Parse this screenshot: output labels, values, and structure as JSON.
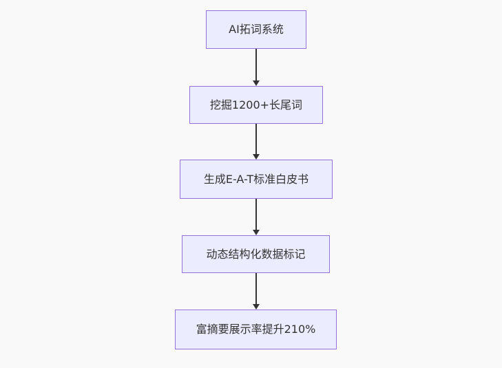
{
  "flowchart": {
    "title": "SEO AI flow diagram",
    "colors": {
      "background": "#f9f9f9",
      "node_fill": "#ECECFF",
      "node_border": "#9370DB",
      "edge_color": "#333333",
      "text_color": "#333333"
    },
    "nodes": [
      {
        "label": "AI拓词系统"
      },
      {
        "label": "挖掘1200+长尾词"
      },
      {
        "label": "生成E-A-T标准白皮书"
      },
      {
        "label": "动态结构化数据标记"
      },
      {
        "label": "富摘要展示率提升210%"
      }
    ],
    "edges": [
      {
        "from": 0,
        "to": 1
      },
      {
        "from": 1,
        "to": 2
      },
      {
        "from": 2,
        "to": 3
      },
      {
        "from": 3,
        "to": 4
      }
    ]
  }
}
